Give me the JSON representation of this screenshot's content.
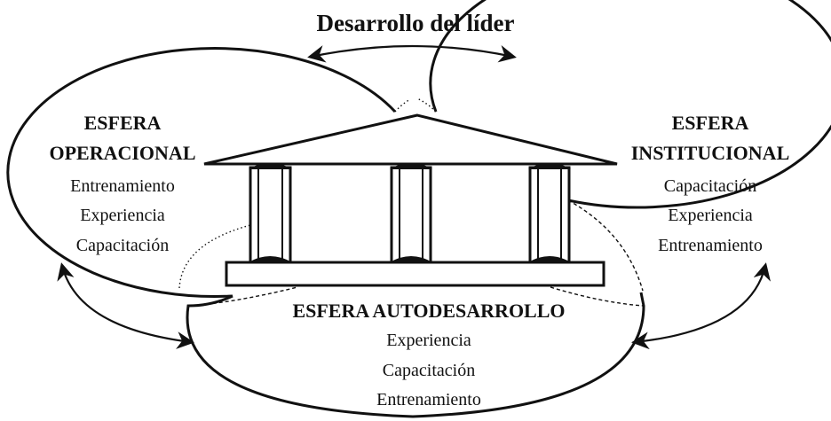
{
  "title": "Desarrollo del líder",
  "spheres": {
    "operational": {
      "heading": [
        "ESFERA",
        "OPERACIONAL"
      ],
      "items": [
        "Entrenamiento",
        "Experiencia",
        "Capacitación"
      ]
    },
    "institutional": {
      "heading": [
        "ESFERA",
        "INSTITUCIONAL"
      ],
      "items": [
        "Capacitación",
        "Experiencia",
        "Entrenamiento"
      ]
    },
    "self_development": {
      "heading": "ESFERA AUTODESARROLLO",
      "items": [
        "Experiencia",
        "Capacitación",
        "Entrenamiento"
      ]
    }
  },
  "icons": [
    "temple-icon",
    "bidirectional-arrow-icon"
  ]
}
